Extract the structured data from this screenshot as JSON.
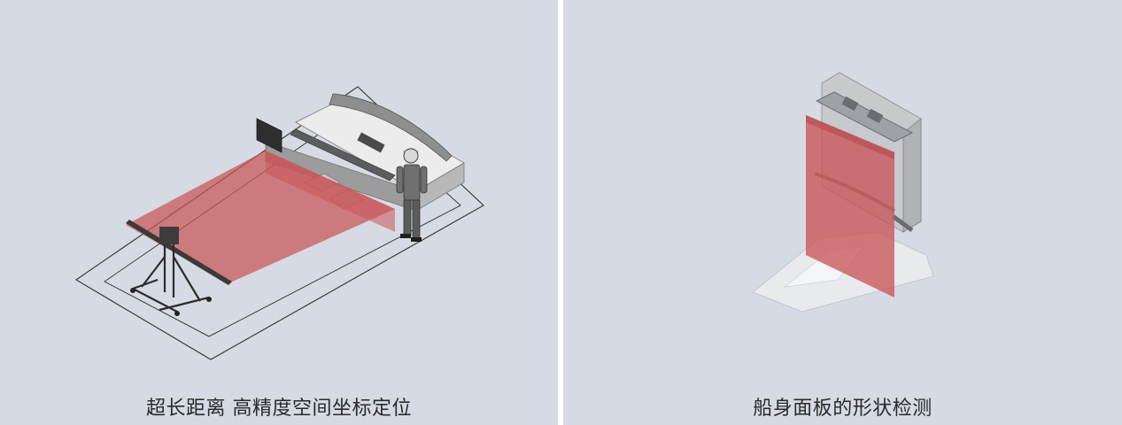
{
  "panels": [
    {
      "caption": "超长距离 高精度空间坐标定位",
      "illustration": "long-range-3d-coordinate-scanner-illustration",
      "accent_color": "#c95558"
    },
    {
      "caption": "船身面板的形状检测",
      "illustration": "hull-panel-shape-inspection-illustration",
      "accent_color": "#c95558"
    }
  ],
  "colors": {
    "background": "#d6dbe3",
    "divider": "#ffffff",
    "laser_plane": "#c95558",
    "caption_text": "#2a2a2a"
  }
}
